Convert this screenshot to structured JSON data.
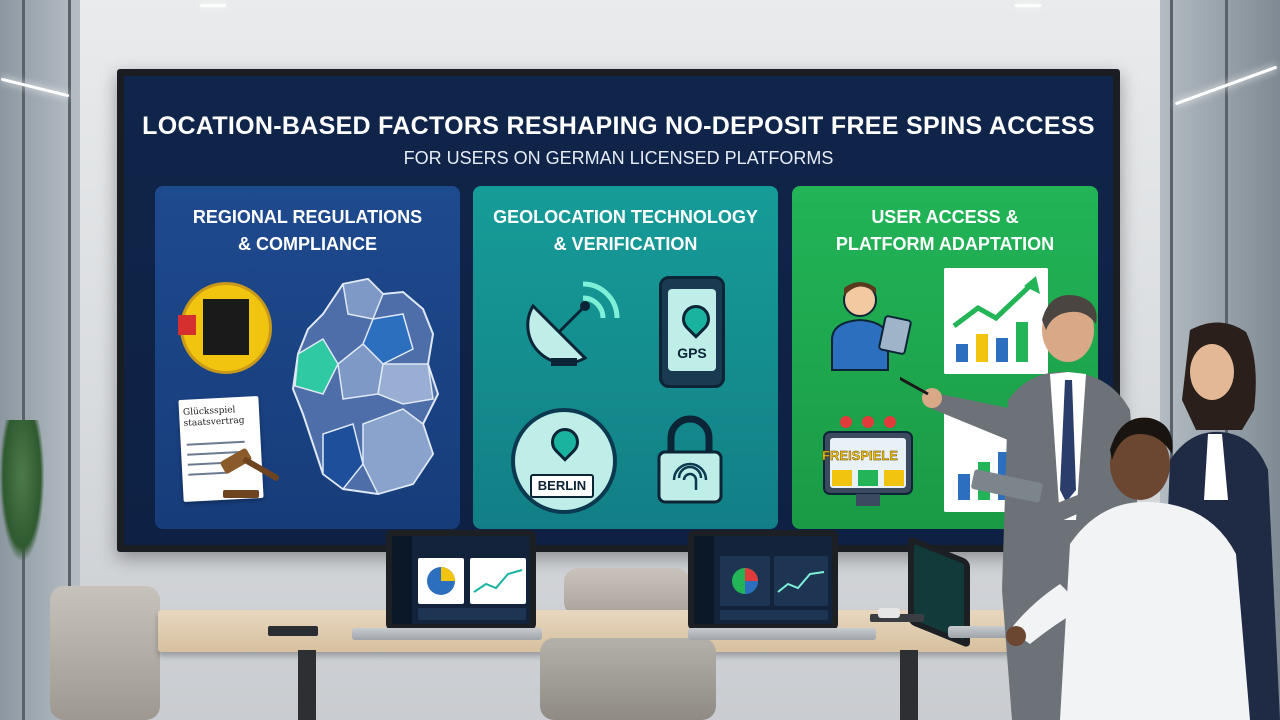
{
  "screen": {
    "title": "LOCATION-BASED FACTORS RESHAPING NO-DEPOSIT FREE SPINS ACCESS",
    "subtitle": "FOR USERS ON GERMAN LICENSED PLATFORMS",
    "panels": [
      {
        "title_line1": "REGIONAL REGULATIONS",
        "title_line2": "& COMPLIANCE",
        "color": "#1e4a8e",
        "document_label": "Glücksspiel staatsvertrag"
      },
      {
        "title_line1": "GEOLOCATION TECHNOLOGY",
        "title_line2": "& VERIFICATION",
        "color": "#169c98",
        "gps_label": "GPS",
        "city_label": "BERLIN"
      },
      {
        "title_line1": "USER ACCESS &",
        "title_line2": "PLATFORM ADAPTATION",
        "color": "#22b457",
        "slot_label": "FREISPIELE"
      }
    ]
  },
  "icons": [
    "eagle-seal-icon",
    "germany-map-icon",
    "gavel-icon",
    "satellite-dish-icon",
    "phone-gps-icon",
    "berlin-pin-icon",
    "fingerprint-lock-icon",
    "presenter-tablet-icon",
    "growth-chart-icon",
    "slot-machine-icon"
  ]
}
